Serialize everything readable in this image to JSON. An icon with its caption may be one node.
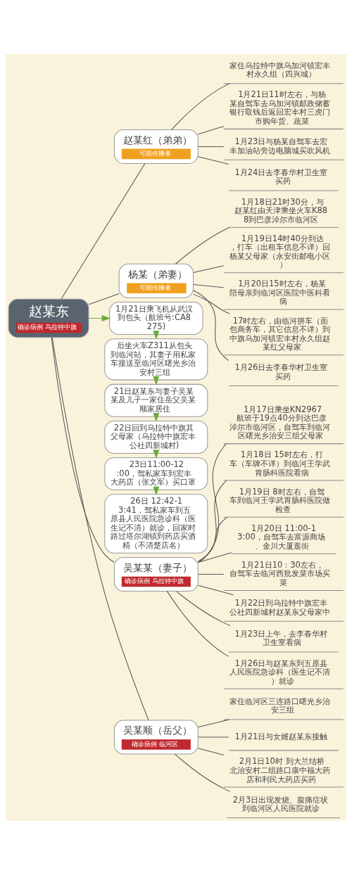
{
  "diagram": {
    "nodes": [
      {
        "text": [
          "赵某东",
          "确诊病例 乌拉特中旗"
        ]
      },
      {
        "text": [
          "赵某红（弟弟）",
          "可能传播者"
        ]
      },
      {
        "text": [
          "家住乌拉特中旗乌加河镇宏丰村永久组（四兴城）"
        ]
      },
      {
        "text": [
          "1月21日11时左右，与杨某自驾车去乌加河镇邮政储蓄银行取钱后返回宏丰村三虎门市购年货、蔬菜"
        ]
      },
      {
        "text": [
          "1月23日与杨某自驾车去宏丰加油站旁边电脑城买吹风机"
        ]
      },
      {
        "text": [
          "1月24日去李春华村卫生室买药"
        ]
      },
      {
        "text": [
          "杨某（弟妻）",
          "可能传播者"
        ]
      },
      {
        "text": [
          "1月18日21时30分，与赵某红由天津乘坐火车K888到巴彦淖尔市临河区"
        ]
      },
      {
        "text": [
          "1月19日14时40分到达，打车（出租车信息不详）回杨某父母家（永安街邮电小区）"
        ]
      },
      {
        "text": [
          "1月20日15时左右，杨某陪母亲到临河区医院中医科看病"
        ]
      },
      {
        "text": [
          "17时左右，由临河拼车（面包商务车，其它信息不详）到中旗乌加河镇宏丰村永久组赵某红父母家"
        ]
      },
      {
        "text": [
          "1月26日去李春华村卫生室买药"
        ]
      },
      {
        "text": [
          "1月21日乘飞机从武汉到包头（航班号:CA8275)"
        ]
      },
      {
        "text": [
          "后坐火车Z311从包头到临河站，其妻子用私家车接送至临河区曙光乡治安村三组"
        ]
      },
      {
        "text": [
          "21日赵某东与妻子吴某某及儿子一家住岳父吴某顺家居住"
        ]
      },
      {
        "text": [
          "22日回到乌拉特中旗其父母家（乌拉特中旗宏丰公社四新城村)"
        ]
      },
      {
        "text": [
          "23日11:00-12:00，驾私家车到宏丰大药店（张文军）买口罩"
        ]
      },
      {
        "text": [
          "26日 12:42-13:41，驾私家车到五原县人民医院急诊科（医生记不清）就诊，回家时路过塔尔湖镇到药店买酒精（不清楚店名）"
        ]
      },
      {
        "text": [
          "吴某某（妻子）",
          "确诊病例 乌拉特中旗"
        ]
      },
      {
        "text": [
          "1月17日乘坐KN2967航班于19点40分到达巴彦淖尔市临河区，自驾车到临河区曙光乡治安三组父母家"
        ]
      },
      {
        "text": [
          "1月18日 15时左右，打车（车牌不详）到临河王学武胃肠科医院看病"
        ]
      },
      {
        "text": [
          "1月19日 8时左右，自驾车到临河王学武胃肠科医院做检查"
        ]
      },
      {
        "text": [
          "1月20日 11:00-13:00，自驾车去富源商场、金川大厦逛街"
        ]
      },
      {
        "text": [
          "1月21日10：30左右，自驾车去临河西批发菜市场买菜"
        ]
      },
      {
        "text": [
          "1月22日到乌拉特中旗宏丰公社四新城村赵某东父母家中"
        ]
      },
      {
        "text": [
          "1月23日上午，去李春华村卫生室看病"
        ]
      },
      {
        "text": [
          "1月26日与赵某东到五原县人民医院急诊科（医生记不清）就诊"
        ]
      },
      {
        "text": [
          "吴某顺（岳父）",
          "确诊病例 临河区"
        ]
      },
      {
        "text": [
          "家住临河区三连路口曙光乡治安三组"
        ]
      },
      {
        "text": [
          "1月21日与女婿赵某东接触"
        ]
      },
      {
        "text": [
          "2月1日10时 到大兰结桥北治安村二组路口康中福大药店和利民大药店买药"
        ]
      },
      {
        "text": [
          "2月3日出现发烧、腹痛症状到临河区人民医院就诊"
        ]
      }
    ],
    "edges": [
      {
        "from": 0,
        "to": 1,
        "arrow": "none"
      },
      {
        "from": 1,
        "to": 2,
        "arrow": "none"
      },
      {
        "from": 1,
        "to": 3,
        "arrow": "none"
      },
      {
        "from": 1,
        "to": 4,
        "arrow": "none"
      },
      {
        "from": 1,
        "to": 5,
        "arrow": "none"
      },
      {
        "from": 0,
        "to": 6,
        "arrow": "none"
      },
      {
        "from": 6,
        "to": 7,
        "arrow": "none"
      },
      {
        "from": 6,
        "to": 8,
        "arrow": "none"
      },
      {
        "from": 6,
        "to": 9,
        "arrow": "none"
      },
      {
        "from": 6,
        "to": 10,
        "arrow": "none"
      },
      {
        "from": 6,
        "to": 11,
        "arrow": "none"
      },
      {
        "from": 0,
        "to": 12,
        "arrow": "to",
        "color": "#6aaa3a"
      },
      {
        "from": 12,
        "to": 13,
        "arrow": "to",
        "color": "#6aaa3a"
      },
      {
        "from": 13,
        "to": 14,
        "arrow": "to",
        "color": "#6aaa3a"
      },
      {
        "from": 14,
        "to": 15,
        "arrow": "to",
        "color": "#6aaa3a"
      },
      {
        "from": 15,
        "to": 16,
        "arrow": "to",
        "color": "#6aaa3a"
      },
      {
        "from": 16,
        "to": 17,
        "arrow": "to",
        "color": "#6aaa3a"
      },
      {
        "from": 0,
        "to": 18,
        "arrow": "none"
      },
      {
        "from": 18,
        "to": 19,
        "arrow": "none"
      },
      {
        "from": 18,
        "to": 20,
        "arrow": "none"
      },
      {
        "from": 18,
        "to": 21,
        "arrow": "none"
      },
      {
        "from": 18,
        "to": 22,
        "arrow": "none"
      },
      {
        "from": 18,
        "to": 23,
        "arrow": "none"
      },
      {
        "from": 18,
        "to": 24,
        "arrow": "none"
      },
      {
        "from": 18,
        "to": 25,
        "arrow": "none"
      },
      {
        "from": 18,
        "to": 26,
        "arrow": "none"
      },
      {
        "from": 0,
        "to": 27,
        "arrow": "none"
      },
      {
        "from": 27,
        "to": 28,
        "arrow": "none"
      },
      {
        "from": 27,
        "to": 29,
        "arrow": "none"
      },
      {
        "from": 27,
        "to": 30,
        "arrow": "none"
      },
      {
        "from": 27,
        "to": 31,
        "arrow": "none"
      }
    ]
  }
}
